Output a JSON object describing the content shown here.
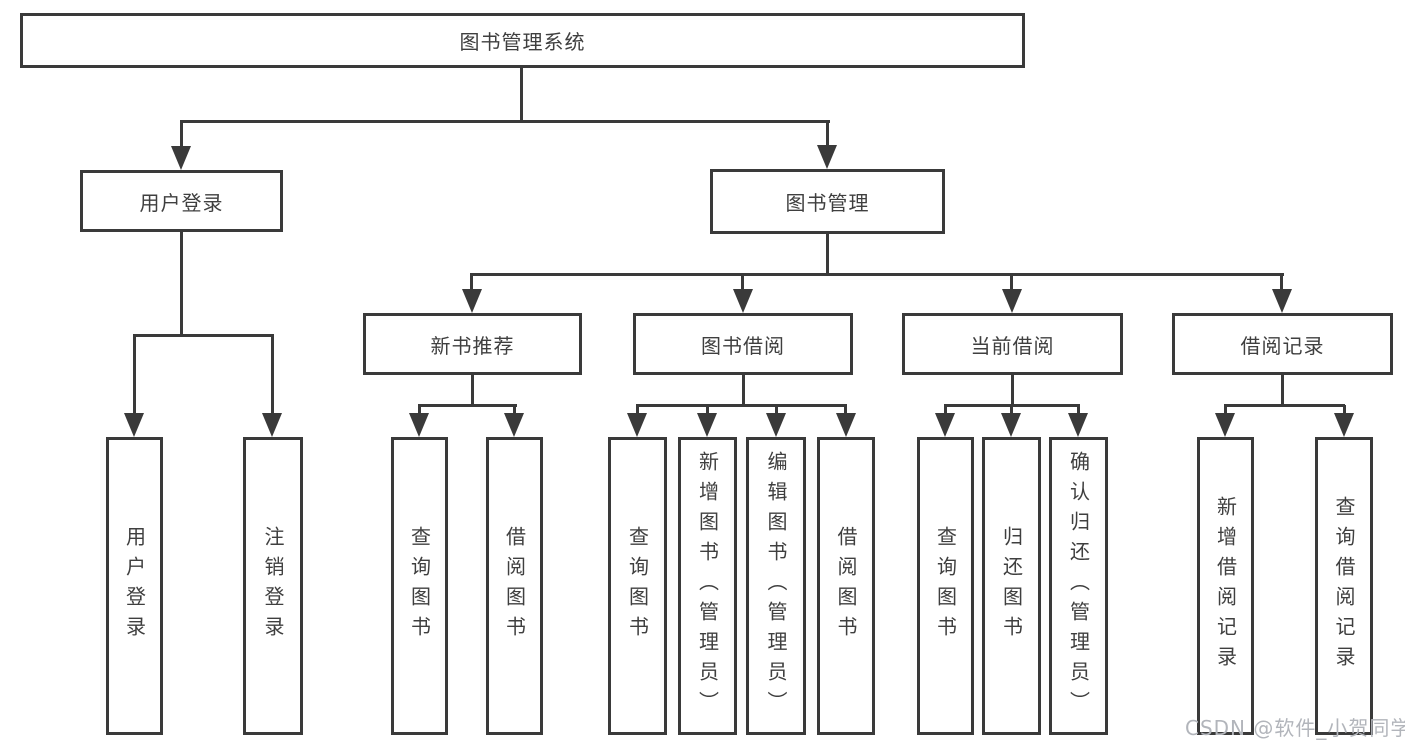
{
  "diagram": {
    "root": {
      "label": "图书管理系统"
    },
    "branches": [
      {
        "label": "用户登录",
        "children": [
          {
            "label": "用户登录"
          },
          {
            "label": "注销登录"
          }
        ]
      },
      {
        "label": "图书管理",
        "children": [
          {
            "label": "新书推荐",
            "children": [
              {
                "label": "查询图书"
              },
              {
                "label": "借阅图书"
              }
            ]
          },
          {
            "label": "图书借阅",
            "children": [
              {
                "label": "查询图书"
              },
              {
                "label": "新增图书（管理员）"
              },
              {
                "label": "编辑图书（管理员）"
              },
              {
                "label": "借阅图书"
              }
            ]
          },
          {
            "label": "当前借阅",
            "children": [
              {
                "label": "查询图书"
              },
              {
                "label": "归还图书"
              },
              {
                "label": "确认归还（管理员）"
              }
            ]
          },
          {
            "label": "借阅记录",
            "children": [
              {
                "label": "新增借阅记录"
              },
              {
                "label": "查询借阅记录"
              }
            ]
          }
        ]
      }
    ]
  },
  "watermark": {
    "text": "CSDN @软件_小贺同学"
  },
  "colors": {
    "line": "#3a3a3a",
    "text": "#3f3f3f",
    "watermark": "#b2b5bb",
    "background": "#ffffff"
  }
}
